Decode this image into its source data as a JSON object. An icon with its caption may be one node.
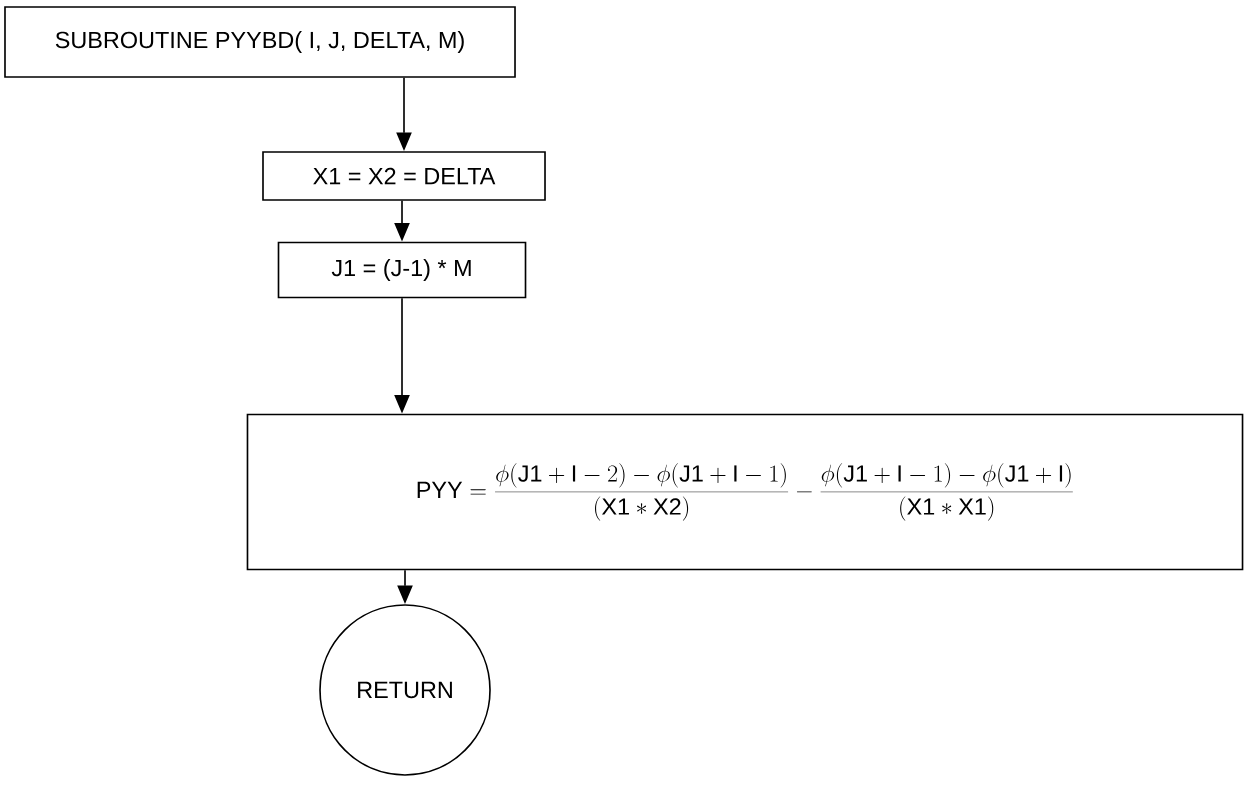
{
  "diagram": {
    "nodes": [
      {
        "text": [
          "SUBROUTINE PYYBD( I, J, DELTA, M)"
        ]
      },
      {
        "text": [
          "X1 = X2 = DELTA"
        ]
      },
      {
        "text": [
          "J1 = (J-1) * M"
        ]
      },
      {
        "text": [
          "\\mathrm{PYY} = \\frac{\\phi(\\mathrm{J1}+\\mathrm{I}-2) - \\phi(\\mathrm{J1}+\\mathrm{I}-1)}{(\\mathrm{X1} * \\mathrm{X2})} - \\frac{\\phi(\\mathrm{J1}+\\mathrm{I}-1) - \\phi(\\mathrm{J1}+\\mathrm{I})}{(\\mathrm{X1} * \\mathrm{X1})}"
        ]
      },
      {
        "text": [
          "RETURN"
        ]
      }
    ],
    "edges": [
      {
        "from": 0,
        "to": 1,
        "arrow": "to"
      },
      {
        "from": 1,
        "to": 2,
        "arrow": "to"
      },
      {
        "from": 2,
        "to": 3,
        "arrow": "to"
      },
      {
        "from": 3,
        "to": 4,
        "arrow": "to"
      }
    ]
  }
}
